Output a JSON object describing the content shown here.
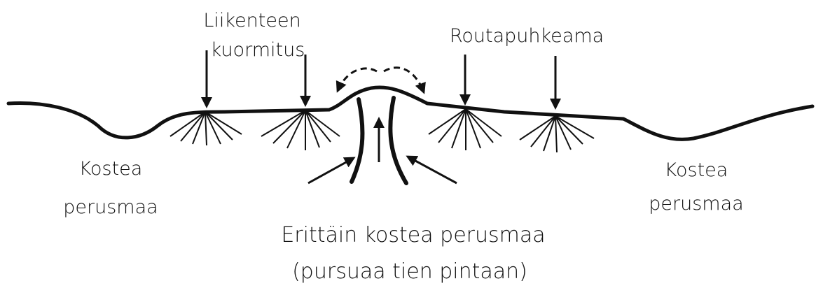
{
  "labels": {
    "traffic_line1": "Liikenteen",
    "traffic_line2": "kuormitus",
    "frost_heave": "Routapuhkeama",
    "left_line1": "Kostea",
    "left_line2": "perusmaa",
    "right_line1": "Kostea",
    "right_line2": "perusmaa",
    "bottom_line1": "Erittäin kostea perusmaa",
    "bottom_line2": "(pursuaa tien pintaan)"
  },
  "colors": {
    "ink": "#111111",
    "background": "#ffffff"
  }
}
